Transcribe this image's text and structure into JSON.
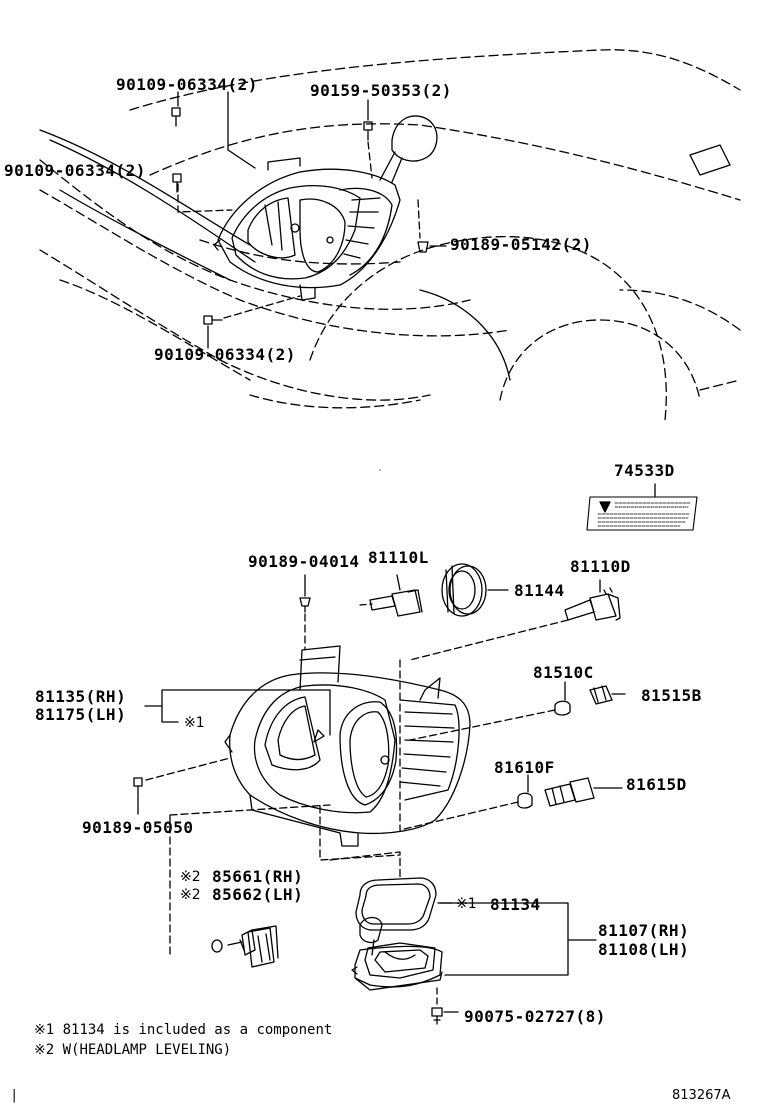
{
  "diagram": {
    "top_labels": {
      "bolt_a": "90109-06334(2)",
      "bolt_b": "90109-06334(2)",
      "screw_top": "90159-50353(2)",
      "clip_right": "90189-05142(2)",
      "bolt_bottom": "90109-06334(2)"
    },
    "parts": {
      "caution_label": "74533D",
      "grommet_small": "90189-04014",
      "bulb_low": "81110L",
      "bulb_cover": "81144",
      "bulb_high": "81110D",
      "side_socket": "81510C",
      "side_bulb": "81515B",
      "headlamp_rh": "81135(RH)",
      "headlamp_lh": "81175(LH)",
      "headlamp_note_mark": "※1",
      "clip_left": "90189-05050",
      "turn_socket": "81610F",
      "turn_bulb": "81615D",
      "leveling_rh": "85661(RH)",
      "leveling_lh": "85662(LH)",
      "leveling_mark_1": "※2",
      "leveling_mark_2": "※2",
      "gasket_mark": "※1",
      "gasket": "81134",
      "ballast_rh": "81107(RH)",
      "ballast_lh": "81108(LH)",
      "ballast_screw": "90075-02727(8)"
    },
    "notes": [
      "※1 81134 is included as a component",
      "※2 W(HEADLAMP LEVELING)"
    ],
    "page_mark": "|",
    "reference": "813267A"
  }
}
